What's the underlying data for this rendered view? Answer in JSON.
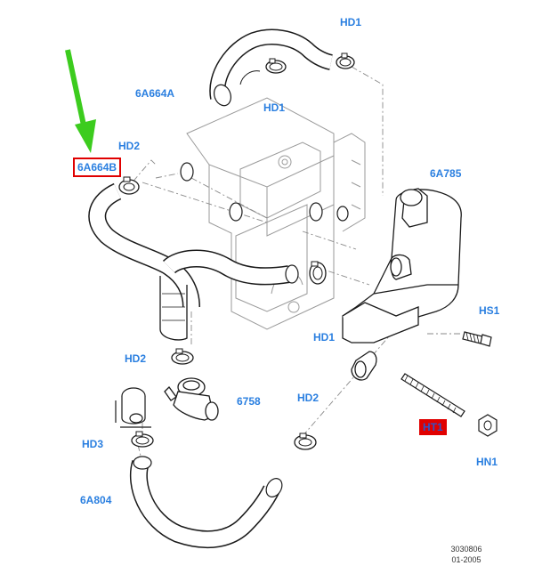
{
  "colors": {
    "label": "#2a7fe0",
    "outline": "#1a1a1a",
    "leader": "#8a8a8a",
    "ghost": "#9a9a9a",
    "highlight_box": "#e00000",
    "highlight_fill": "#e00000",
    "highlight_text": "#2f55c8",
    "arrow": "#3ccc1e"
  },
  "labels": {
    "hd1_top": "HD1",
    "hd1_mid": "HD1",
    "p6a664a": "6A664A",
    "hd2_top": "HD2",
    "p6a664b": "6A664B",
    "p6a785": "6A785",
    "hs1": "HS1",
    "hd1_low": "HD1",
    "hd2_mid": "HD2",
    "p6758": "6758",
    "hd2_right": "HD2",
    "ht1": "HT1",
    "hn1": "HN1",
    "hd3": "HD3",
    "p6a804": "6A804"
  },
  "reference": {
    "number": "3030806",
    "date": "01-2005"
  },
  "icons": {
    "pointer": "green-down-arrow-icon"
  }
}
